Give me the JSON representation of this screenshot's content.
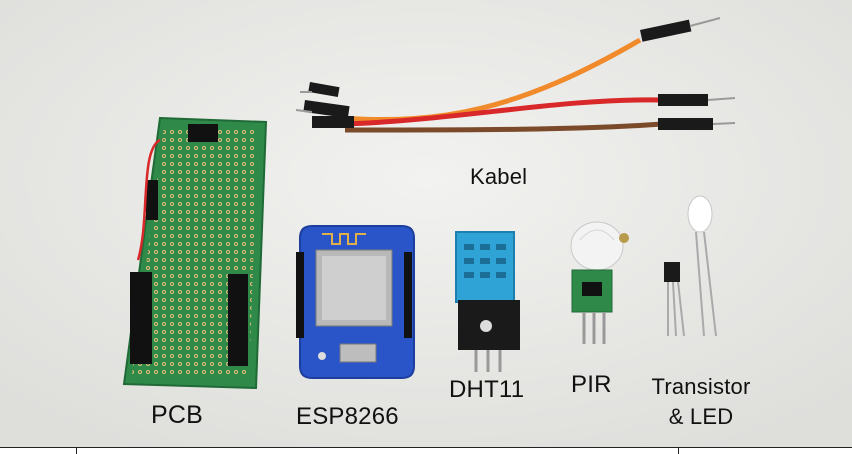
{
  "labels": {
    "cable": "Kabel",
    "pcb": "PCB",
    "esp": "ESP8266",
    "dht": "DHT11",
    "pir": "PIR",
    "transistor_led_line1": "Transistor",
    "transistor_led_line2": "& LED"
  },
  "colors": {
    "background": "#e9e9e7",
    "pcb_green": "#2f8a4a",
    "esp_blue": "#2a55c8",
    "dht_blue": "#2fa3d6",
    "wire_orange": "#f08a2a",
    "wire_red": "#d8282a",
    "wire_brown": "#7a4a2a"
  }
}
